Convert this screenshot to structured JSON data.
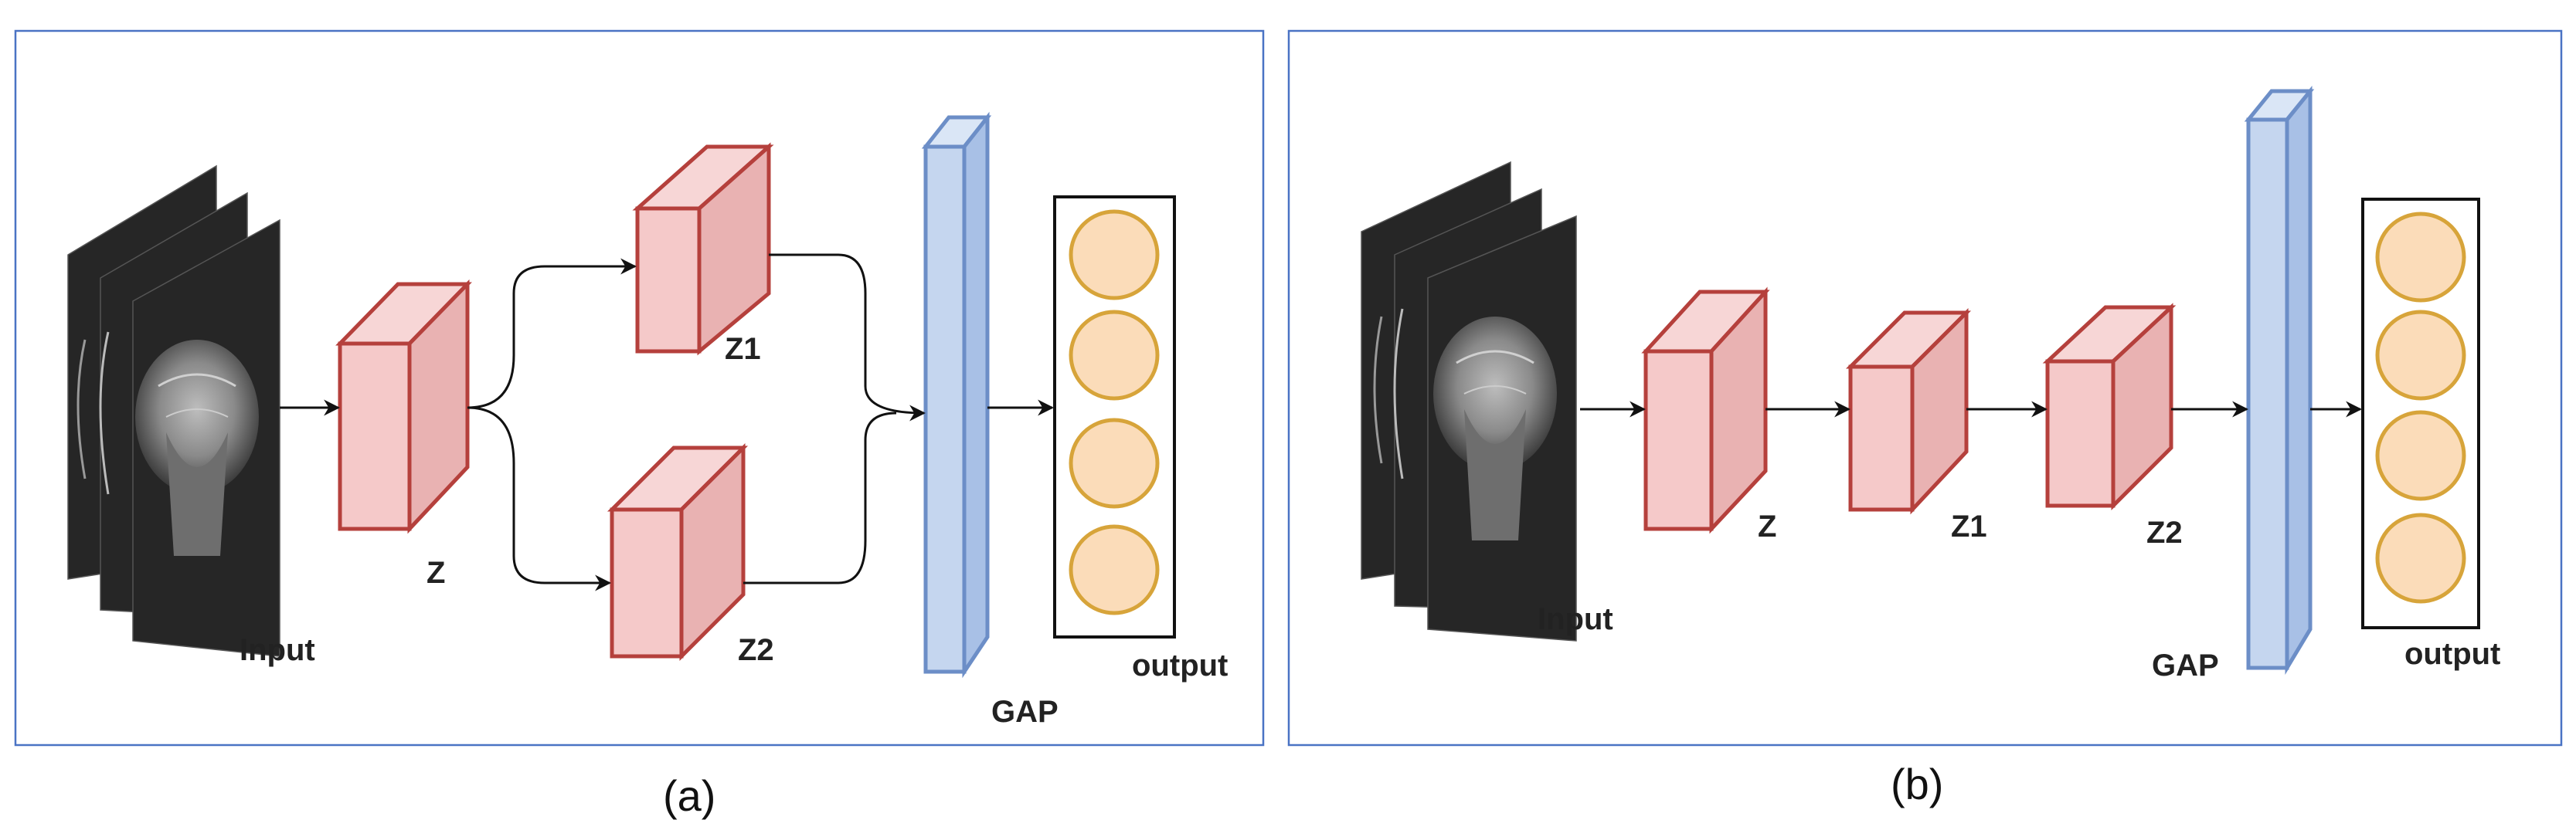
{
  "panels": [
    {
      "id": "a",
      "caption": "(a)",
      "labels": {
        "input": "Input",
        "z": "Z",
        "z1": "Z1",
        "z2": "Z2",
        "gap": "GAP",
        "output": "output"
      }
    },
    {
      "id": "b",
      "caption": "(b)",
      "labels": {
        "input": "Input",
        "z": "Z",
        "z1": "Z1",
        "z2": "Z2",
        "gap": "GAP",
        "output": "output"
      }
    }
  ],
  "colors": {
    "block_fill": "#f5c9c9",
    "block_stroke": "#b5403c",
    "gap_fill": "#c5d6ef",
    "gap_stroke": "#6c8ec7",
    "neuron_fill": "#fbdcb9",
    "neuron_stroke": "#d7a43a",
    "frame": "#4a73c4"
  },
  "output_neurons_per_panel": 4
}
